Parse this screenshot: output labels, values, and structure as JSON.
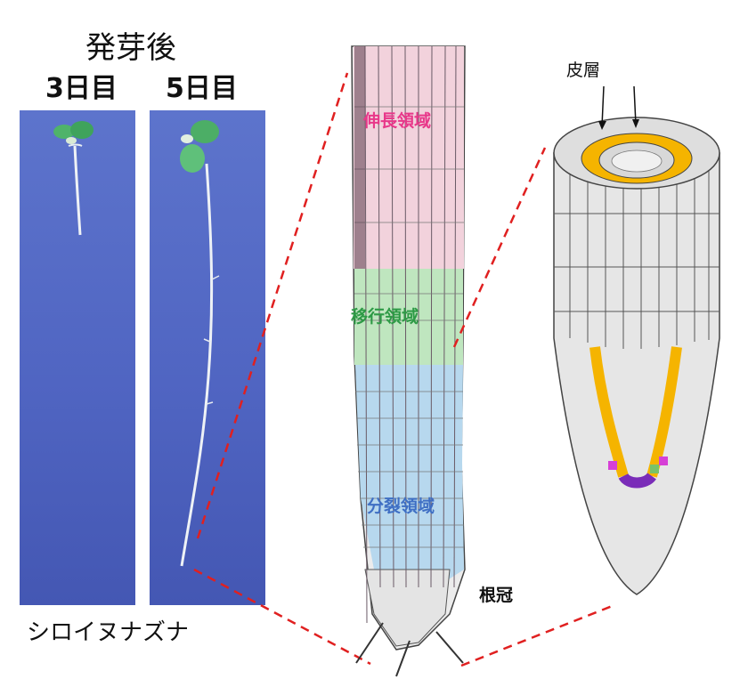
{
  "heading": "発芽後",
  "day3_label": "3日目",
  "day5_label": "5日目",
  "species_label": "シロイヌナズナ",
  "zones": {
    "elongation": "伸長領域",
    "transition": "移行領域",
    "division": "分裂領域"
  },
  "root_cap_label": "根冠",
  "cortex_label": "皮層",
  "colors": {
    "background_panel": "#5065c2",
    "elongation_zone": "#f2d2dc",
    "transition_zone": "#bfe6bf",
    "division_zone": "#b7d8ee",
    "elongation_text": "#e8388a",
    "transition_text": "#2e9a46",
    "division_text": "#3f6fc4",
    "cortex_cells": "#f5b400",
    "guide_lines": "#e02020"
  }
}
